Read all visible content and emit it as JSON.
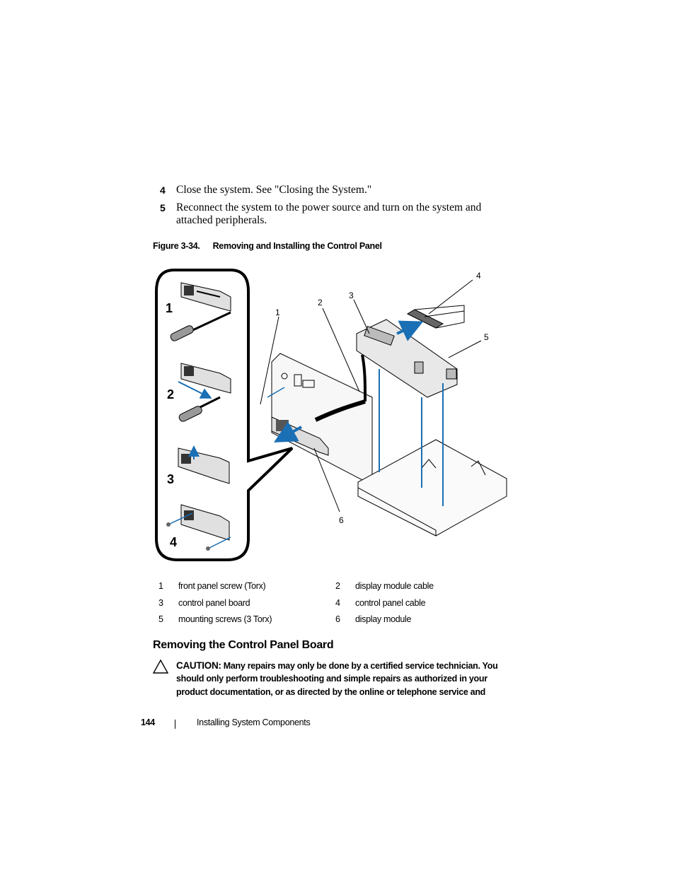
{
  "steps": [
    {
      "num": "4",
      "text": "Close the system. See \"Closing the System.\""
    },
    {
      "num": "5",
      "text": "Reconnect the system to the power source and turn on the system and attached peripherals."
    }
  ],
  "figure": {
    "label": "Figure 3-34.",
    "title": "Removing and Installing the Control Panel",
    "inset_steps": [
      "1",
      "2",
      "3",
      "4"
    ],
    "callouts": [
      "1",
      "2",
      "3",
      "4",
      "5",
      "6"
    ]
  },
  "legend": [
    {
      "num": "1",
      "text": "front panel screw (Torx)"
    },
    {
      "num": "2",
      "text": "display module cable"
    },
    {
      "num": "3",
      "text": "control panel board"
    },
    {
      "num": "4",
      "text": "control panel cable"
    },
    {
      "num": "5",
      "text": "mounting screws (3 Torx)"
    },
    {
      "num": "6",
      "text": "display module"
    }
  ],
  "section": {
    "title": "Removing the Control Panel Board"
  },
  "caution": {
    "label": "CAUTION:",
    "text": "Many repairs may only be done by a certified service technician. You should only perform troubleshooting and simple repairs as authorized in your product documentation, or as directed by the online or telephone service and"
  },
  "footer": {
    "page": "144",
    "chapter": "Installing System Components"
  },
  "colors": {
    "arrow": "#1a6fb5",
    "text": "#000000"
  }
}
